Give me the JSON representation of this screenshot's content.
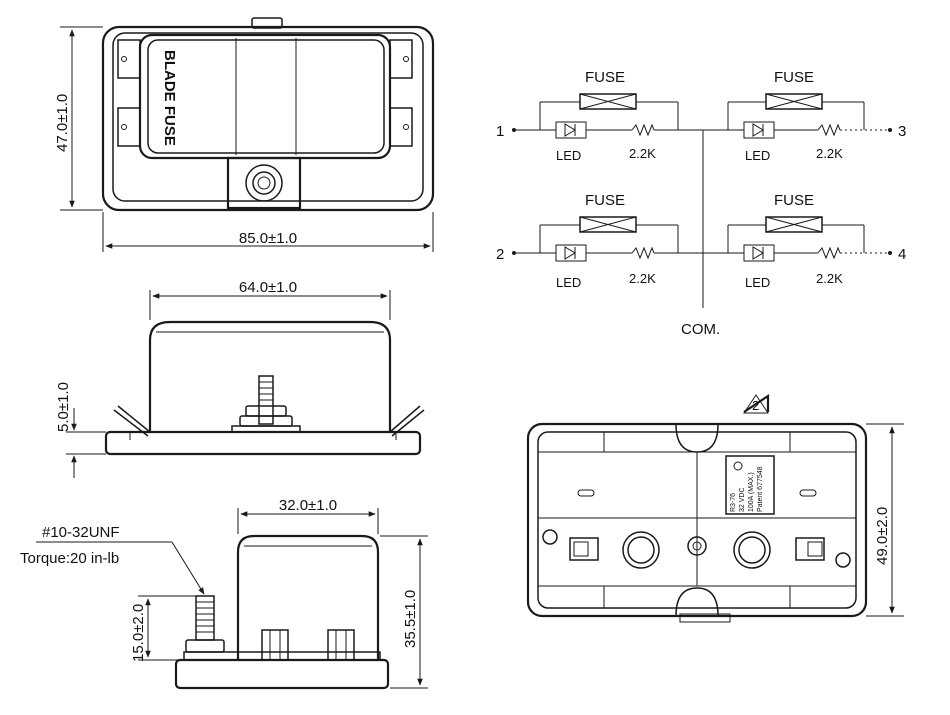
{
  "drawing": {
    "brand": "BLADE FUSE",
    "revision": "2",
    "thread_spec": "#10-32UNF",
    "torque": "Torque:20 in-lb",
    "dimensions": {
      "top_height": "47.0±1.0",
      "top_width": "85.0±1.0",
      "side_width": "64.0±1.0",
      "base_thickness": "5.0±1.0",
      "end_width": "32.0±1.0",
      "stud_height": "15.0±2.0",
      "total_height": "35.5±1.0",
      "bottom_height": "49.0±2.0"
    },
    "plate": {
      "line1": "R3-76",
      "line2": "32 VDC",
      "line3": "100A (MAX.)",
      "line4": "Patent 677548"
    }
  },
  "schematic": {
    "common_label": "COM.",
    "branches": [
      {
        "node": "1",
        "fuse": "FUSE",
        "led": "LED",
        "resistor": "2.2K"
      },
      {
        "node": "3",
        "fuse": "FUSE",
        "led": "LED",
        "resistor": "2.2K"
      },
      {
        "node": "2",
        "fuse": "FUSE",
        "led": "LED",
        "resistor": "2.2K"
      },
      {
        "node": "4",
        "fuse": "FUSE",
        "led": "LED",
        "resistor": "2.2K"
      }
    ]
  }
}
